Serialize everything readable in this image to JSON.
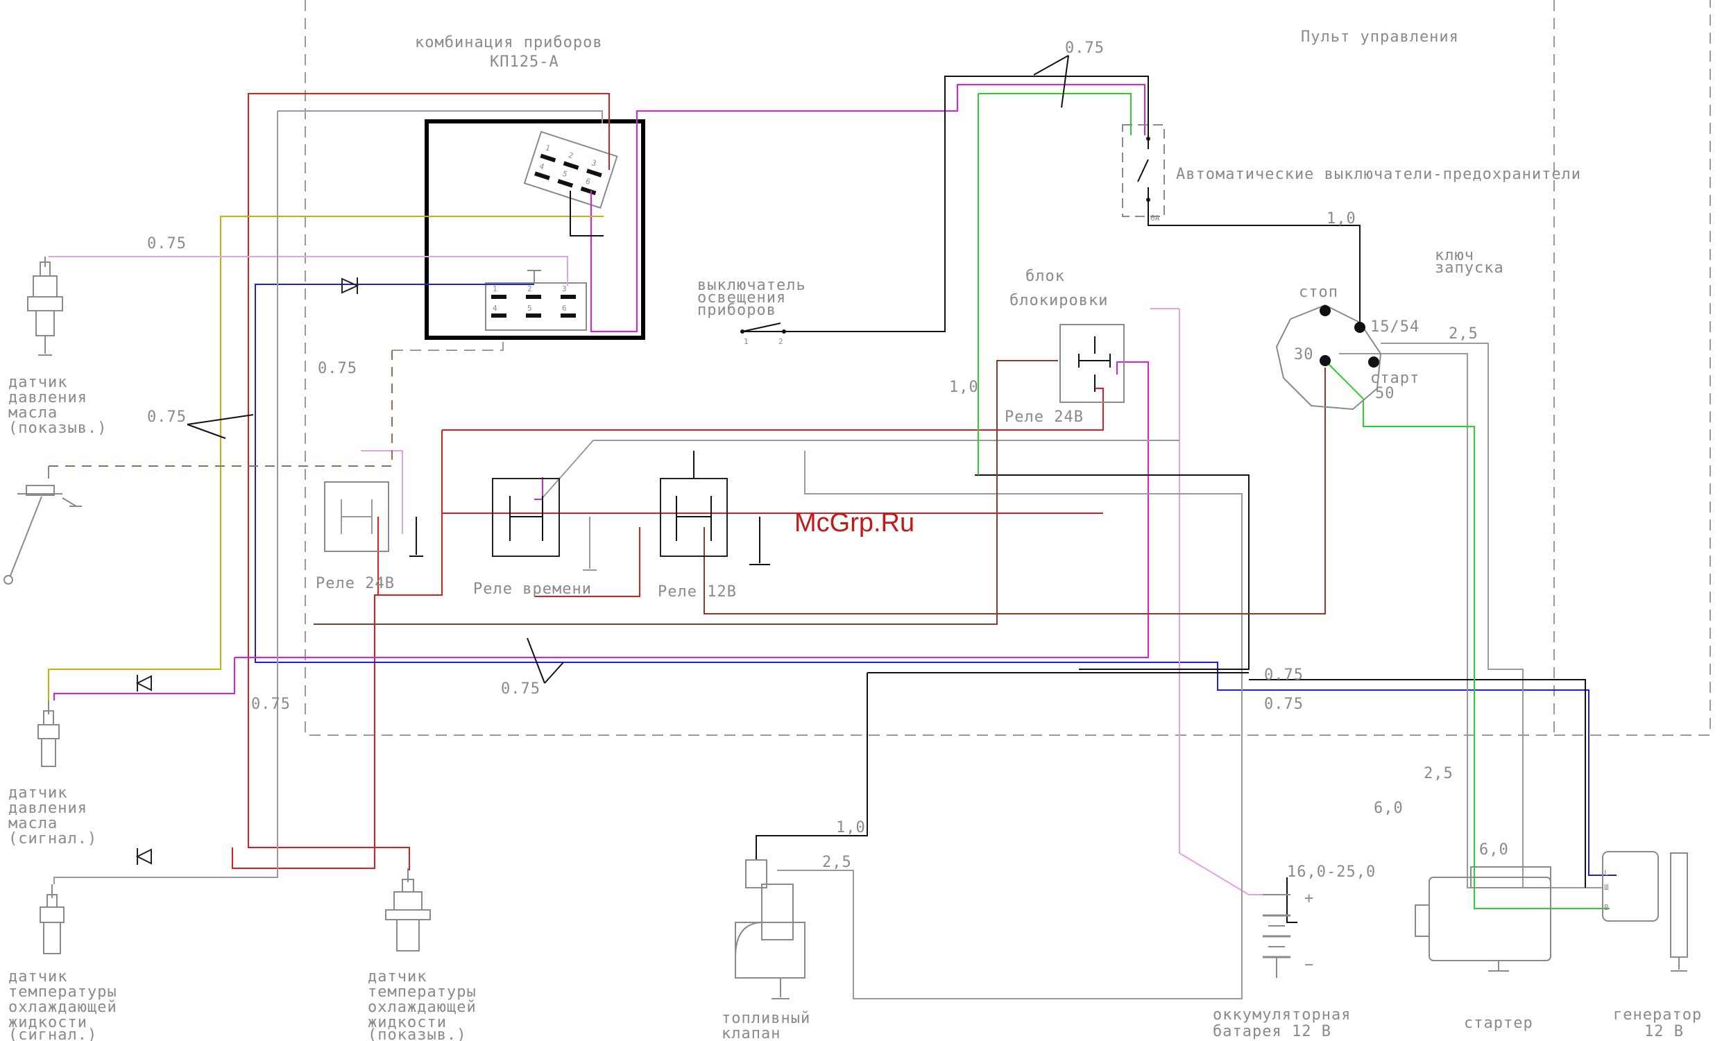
{
  "watermark": "McGrp.Ru",
  "panels": {
    "instrument_cluster_title": [
      "комбинация приборов",
      "КП125-А"
    ],
    "control_panel_title": "Пульт управления"
  },
  "components": {
    "oil_pressure_gauge_sensor": [
      "датчик",
      "давления",
      "масла",
      "(показыв.)"
    ],
    "oil_pressure_signal_sensor": [
      "датчик",
      "давления",
      "масла",
      "(сигнал.)"
    ],
    "coolant_temp_signal_sensor": [
      "датчик",
      "температуры",
      "охлаждающей",
      "жидкости",
      "(сигнал.)"
    ],
    "coolant_temp_gauge_sensor": [
      "датчик",
      "температуры",
      "охлаждающей",
      "жидкости",
      "(показыв.)"
    ],
    "fuel_valve": [
      "топливный",
      "клапан"
    ],
    "battery": [
      "оккумуляторная",
      "батарея 12 В"
    ],
    "starter": "стартер",
    "generator": [
      "генератор",
      "12 В"
    ],
    "instrument_light_switch": [
      "выключатель",
      "освещения",
      "приборов"
    ],
    "interlock_block": [
      "блок",
      "блокировки"
    ],
    "circuit_breakers": "Автоматические выключатели-предохранители",
    "breaker_rating": "6А",
    "ignition_key": [
      "ключ",
      "запуска"
    ],
    "relay_24v_top": "Реле 24В",
    "relay_24v": "Реле 24В",
    "relay_timer": "Реле времени",
    "relay_12v": "Реле 12В"
  },
  "ignition_terminals": {
    "stop": "стоп",
    "t15_54": "15/54",
    "t30": "30",
    "start": "старт",
    "t50": "50"
  },
  "battery_polarity": {
    "plus": "+",
    "minus": "−"
  },
  "generator_pins": {
    "l": "L",
    "d": "Ш",
    "b": "B"
  },
  "switch_pins": {
    "p1": "1",
    "p2": "2"
  },
  "connector_pins": {
    "top": [
      "1",
      "2",
      "3",
      "4",
      "5",
      "6"
    ],
    "bottom": [
      "1",
      "2",
      "3",
      "4",
      "5",
      "6"
    ]
  },
  "wire_sections": {
    "w075_top": "0.75",
    "w075_sensor": "0.75",
    "w075_left": "0.75",
    "w075_left2": "0.75",
    "w075_bottom_left": "0.75",
    "w075_mid": "0.75",
    "w075_right1": "0.75",
    "w075_right2": "0.75",
    "w10_key": "1,0",
    "w10_left": "1,0",
    "w10_fuel": "1,0",
    "w25_key": "2,5",
    "w25_fuel": "2,5",
    "w25_right": "2,5",
    "w60_a": "6,0",
    "w60_b": "6,0",
    "w_battery": "16,0-25,0"
  }
}
